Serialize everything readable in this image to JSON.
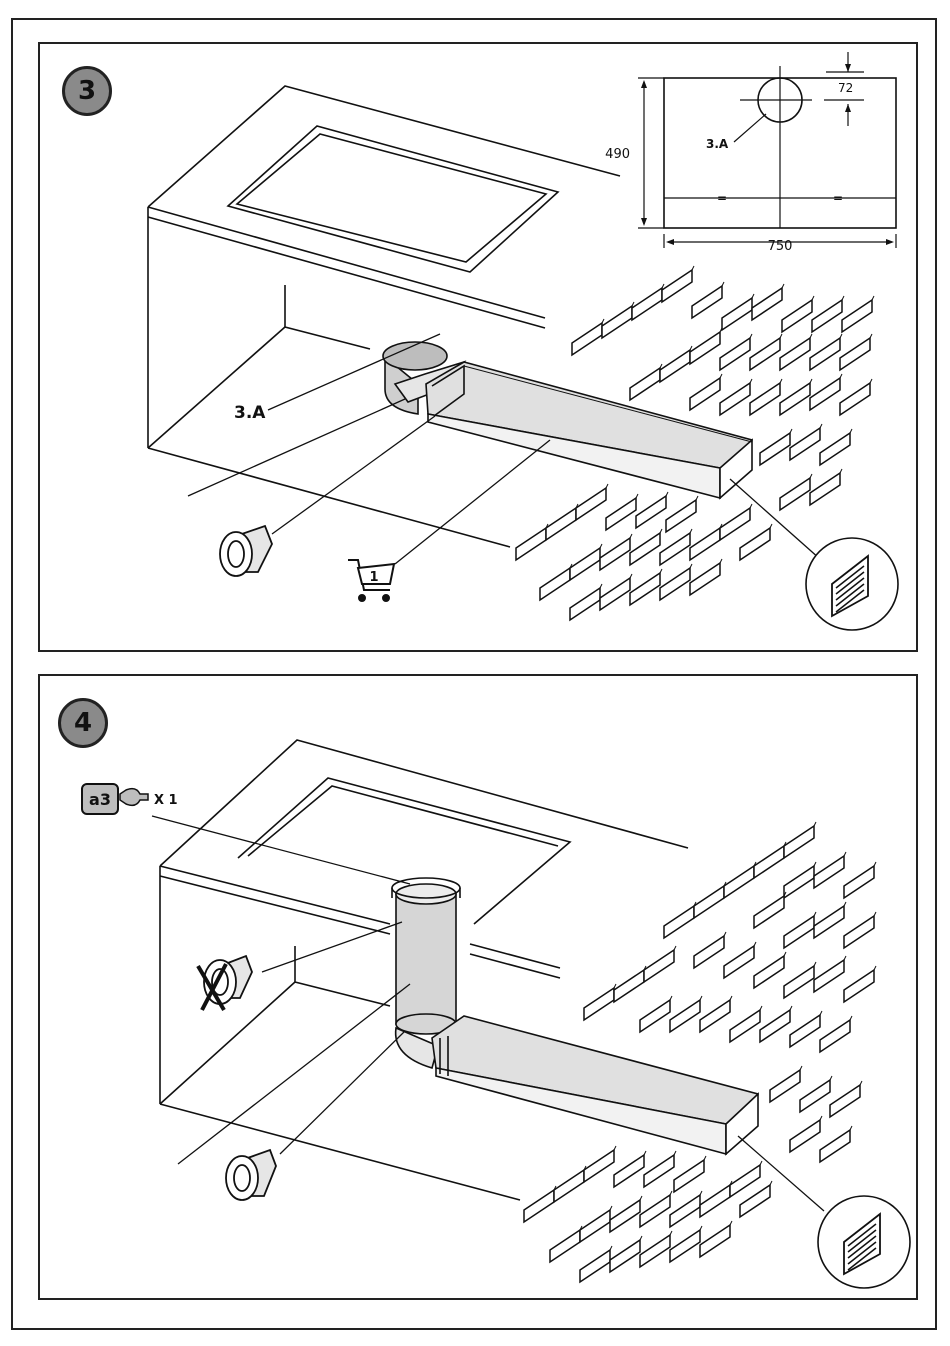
{
  "steps": [
    {
      "number": "3",
      "callout_label": "3.A",
      "template": {
        "height_label": "490",
        "width_label": "750",
        "offset_label": "72",
        "hole_label": "3.A",
        "equal_left": "=",
        "equal_right": "="
      },
      "cart_quantity": "1",
      "icons": [
        "tape-roll-icon",
        "shopping-cart-icon",
        "vent-grille-icon",
        "brick-wall"
      ]
    },
    {
      "number": "4",
      "accessory_code": "a3",
      "accessory_quantity": "X 1",
      "icons": [
        "accessory-wrench-icon",
        "no-tape-icon",
        "tape-roll-icon",
        "vent-grille-icon",
        "brick-wall"
      ]
    }
  ],
  "colors": {
    "line": "#111111",
    "badge_fill": "#8a8a8a",
    "duct_fill": "#e0e0e0",
    "pipe_fill": "#d6d6d6"
  }
}
